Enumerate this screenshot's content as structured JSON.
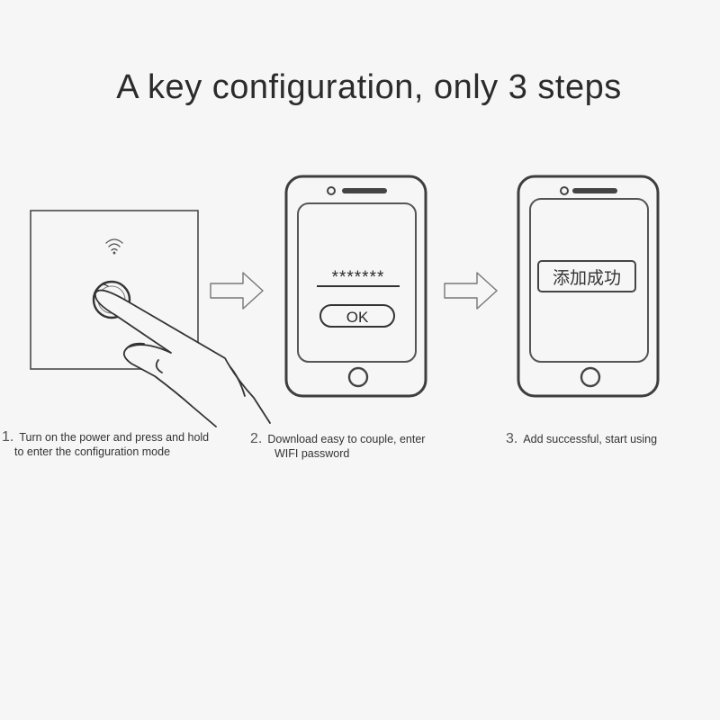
{
  "title": "A key configuration, only 3 steps",
  "phone1": {
    "password": "*******",
    "ok_label": "OK"
  },
  "phone2": {
    "status_label": "添加成功"
  },
  "steps": [
    {
      "number": "1.",
      "line1": "Turn on the power and press and hold",
      "line2": "to enter the configuration mode"
    },
    {
      "number": "2.",
      "line1": "Download easy to couple, enter",
      "line2": "WIFI password"
    },
    {
      "number": "3.",
      "line1": "Add successful, start using",
      "line2": ""
    }
  ],
  "icons": [
    "wifi-icon",
    "touch-button-icon",
    "hand-icon",
    "arrow-right-icon",
    "smartphone-icon"
  ],
  "colors": {
    "background": "#f6f6f6",
    "line": "#4a4a4a"
  }
}
